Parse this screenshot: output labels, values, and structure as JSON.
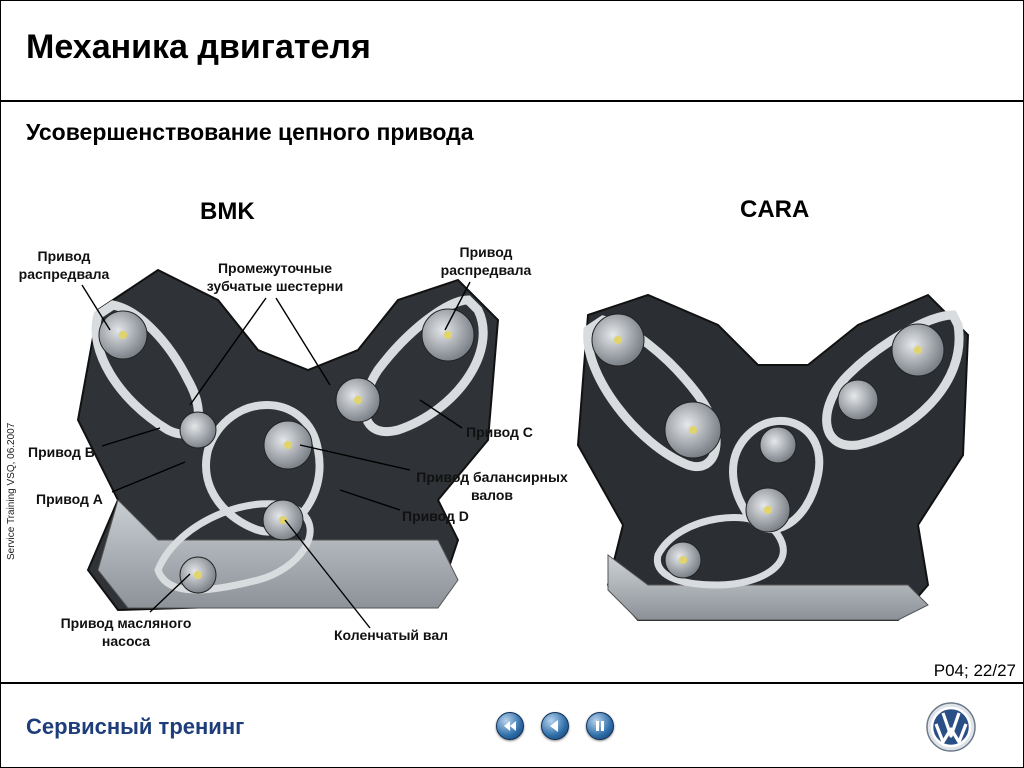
{
  "header": {
    "title": "Механика двигателя"
  },
  "slide": {
    "subtitle": "Усовершенствование цепного привода",
    "engines": [
      {
        "label": "BMK"
      },
      {
        "label": "CARA"
      }
    ],
    "callouts": {
      "camshaft_drive_left": "Привод распредвала",
      "intermediate_gears": "Промежуточные зубчатые шестерни",
      "camshaft_drive_right": "Привод распредвала",
      "drive_c": "Привод C",
      "drive_b": "Привод B",
      "balancer_drive": "Привод балансирных валов",
      "drive_a": "Привод A",
      "drive_d": "Привод D",
      "oil_pump_drive": "Привод масляного насоса",
      "crankshaft": "Коленчатый вал"
    },
    "side_note": "Service Training VSQ, 06.2007",
    "page_number": "P04; 22/27"
  },
  "footer": {
    "title": "Сервисный тренинг",
    "nav_buttons": [
      "first",
      "previous",
      "pause"
    ]
  }
}
